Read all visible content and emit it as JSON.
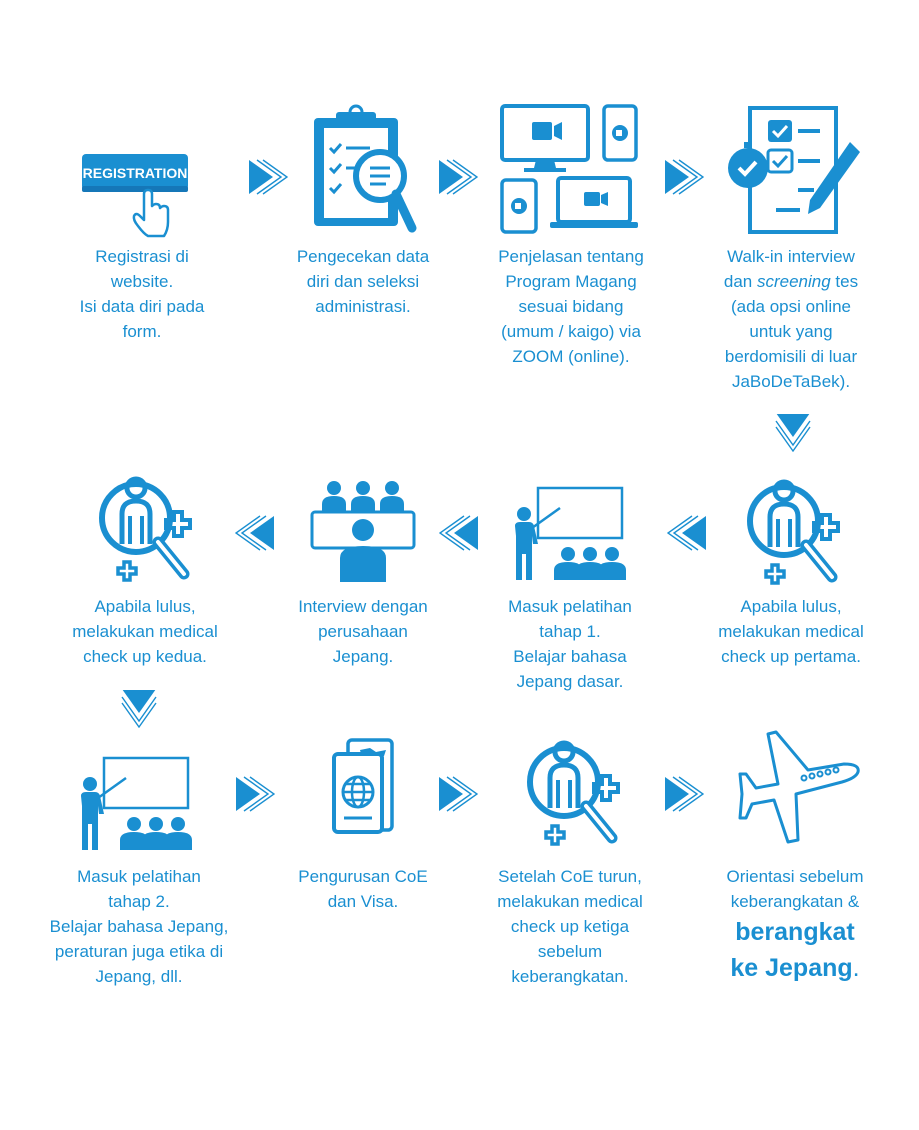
{
  "colors": {
    "primary": "#1a8fd1",
    "dark": "#1577b8",
    "text": "#1a8fd1"
  },
  "steps": [
    {
      "icon": "registration-button-icon",
      "badge": "REGISTRATION",
      "lines": [
        "Registrasi di",
        "website.",
        "Isi data diri pada",
        "form."
      ]
    },
    {
      "icon": "clipboard-search-icon",
      "lines": [
        "Pengecekan data",
        "diri dan seleksi",
        "administrasi."
      ]
    },
    {
      "icon": "video-devices-icon",
      "lines": [
        "Penjelasan tentang",
        "Program Magang",
        "sesuai bidang",
        "(umum / kaigo) via",
        "ZOOM (online)."
      ]
    },
    {
      "icon": "checklist-pencil-icon",
      "line1a": "Walk-in interview",
      "line2a": "dan ",
      "line2em": "screening",
      "line2b": " tes",
      "rest": [
        "(ada opsi online",
        "untuk yang",
        "berdomisili di luar",
        "JaBoDeTaBek)."
      ]
    },
    {
      "icon": "medical-check-icon",
      "lines": [
        "Apabila lulus,",
        "melakukan medical",
        "check up pertama."
      ]
    },
    {
      "icon": "training-class-icon",
      "lines": [
        "Masuk pelatihan",
        "tahap 1.",
        "Belajar bahasa",
        "Jepang dasar."
      ]
    },
    {
      "icon": "interview-panel-icon",
      "lines": [
        "Interview dengan",
        "perusahaan",
        "Jepang."
      ]
    },
    {
      "icon": "medical-check-icon",
      "lines": [
        "Apabila lulus,",
        "melakukan medical",
        "check up kedua."
      ]
    },
    {
      "icon": "training-class-icon",
      "lines": [
        "Masuk pelatihan",
        "tahap 2.",
        "Belajar bahasa Jepang,",
        "peraturan juga etika di",
        "Jepang, dll."
      ]
    },
    {
      "icon": "passport-icon",
      "lines": [
        "Pengurusan CoE",
        "dan Visa."
      ]
    },
    {
      "icon": "medical-check-icon",
      "lines": [
        "Setelah CoE turun,",
        "melakukan medical",
        "check up ketiga",
        "sebelum",
        "keberangkatan."
      ]
    },
    {
      "icon": "airplane-icon",
      "lines": [
        "Orientasi sebelum",
        "keberangkatan &"
      ],
      "bold1": "berangkat",
      "bold2": "ke Jepang",
      "tail": "."
    }
  ]
}
